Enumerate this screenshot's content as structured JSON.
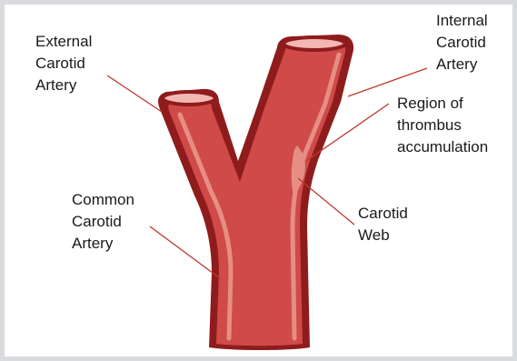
{
  "labels": {
    "external_carotid": [
      "External",
      "Carotid",
      "Artery"
    ],
    "internal_carotid": [
      "Internal",
      "Carotid",
      "Artery"
    ],
    "thrombus": [
      "Region of",
      "thrombus",
      "accumulation"
    ],
    "common_carotid": [
      "Common",
      "Carotid",
      "Artery"
    ],
    "carotid_web": [
      "Carotid",
      "Web"
    ]
  },
  "colors": {
    "vessel_outline": "#8f1c1c",
    "vessel_fill": "#cf4a48",
    "vessel_highlight": "#e68e84",
    "lumen": "#f3b8b2",
    "leader_line": "#c0392b",
    "frame": "#d9dbdf"
  }
}
